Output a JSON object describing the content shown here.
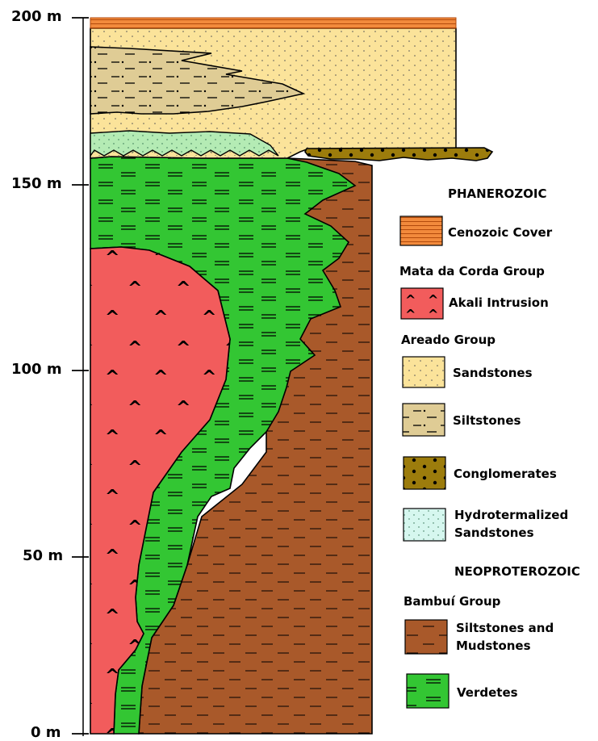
{
  "axis": {
    "ticks": [
      "200 m",
      "150 m",
      "100 m",
      "50 m",
      "0 m"
    ]
  },
  "legend": {
    "phanerozoic_heading": "PHANEROZOIC",
    "cenozoic_cover": "Cenozoic Cover",
    "mata_da_corda_heading": "Mata da Corda Group",
    "alkali_intrusion": "Akali Intrusion",
    "areado_heading": "Areado Group",
    "sandstones": "Sandstones",
    "siltstones": "Siltstones",
    "conglomerates": "Conglomerates",
    "hydrothermalized_line1": "Hydrotermalized",
    "hydrothermalized_line2": "Sandstones",
    "neoproterozoic_heading": "NEOPROTEROZOIC",
    "bambui_heading": "Bambuí Group",
    "siltstones_mudstones_line1": "Siltstones and",
    "siltstones_mudstones_line2": "Mudstones",
    "verdetes": "Verdetes"
  },
  "colors": {
    "cenozoic_cover": "#f28a3c",
    "alkali_intrusion": "#f25c5c",
    "sandstones": "#fbe39a",
    "siltstones": "#dfcc95",
    "conglomerates": "#9c7c0c",
    "hydrothermalized_sandstones": "#d6f7ef",
    "siltstones_mudstones": "#a9592a",
    "verdetes": "#33c633"
  }
}
